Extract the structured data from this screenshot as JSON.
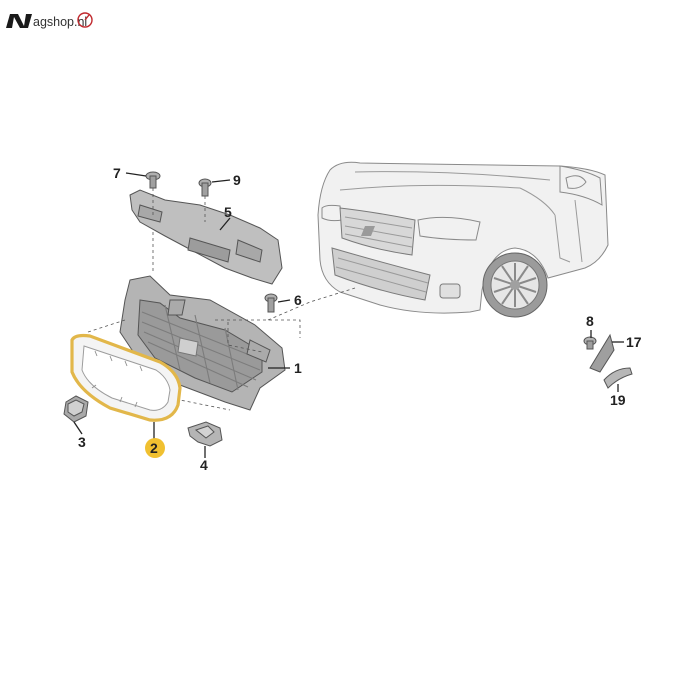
{
  "logo": {
    "mark_text": "N",
    "site_text": "agshop.nl"
  },
  "colors": {
    "logo_red": "#c0282d",
    "highlight_outline": "#e2b74a",
    "highlight_badge": "#f0c030",
    "part_fill": "#bfbfbf",
    "part_dark": "#8c8c8c"
  },
  "callouts": [
    {
      "id": "1",
      "highlighted": false
    },
    {
      "id": "2",
      "highlighted": true
    },
    {
      "id": "3",
      "highlighted": false
    },
    {
      "id": "4",
      "highlighted": false
    },
    {
      "id": "5",
      "highlighted": false
    },
    {
      "id": "6",
      "highlighted": false
    },
    {
      "id": "7",
      "highlighted": false
    },
    {
      "id": "8",
      "highlighted": false
    },
    {
      "id": "9",
      "highlighted": false
    },
    {
      "id": "17",
      "highlighted": false
    },
    {
      "id": "19",
      "highlighted": false
    }
  ]
}
